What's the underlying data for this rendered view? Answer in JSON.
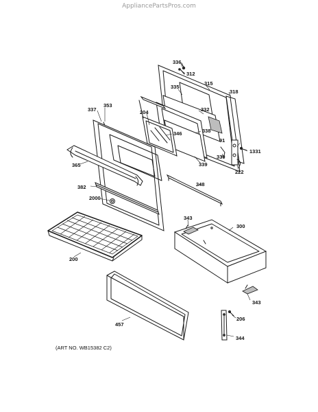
{
  "watermark": "AppliancePartsPros.com",
  "art_number": "(ART NO. WB15382 C2)",
  "callouts": {
    "c336": "336",
    "c312": "312",
    "c315": "315",
    "c318": "318",
    "c335": "335",
    "c332": "332",
    "c353": "353",
    "c337": "337",
    "c204": "204",
    "c346": "346",
    "c338": "338",
    "c91": "91",
    "c1331": "1331",
    "c339": "339",
    "c330": "330",
    "c222": "222",
    "c365": "365",
    "c348": "348",
    "c382": "382",
    "c2000": "2000",
    "c343a": "343",
    "c300": "300",
    "c200": "200",
    "c343b": "343",
    "c206": "206",
    "c457": "457",
    "c344": "344"
  }
}
